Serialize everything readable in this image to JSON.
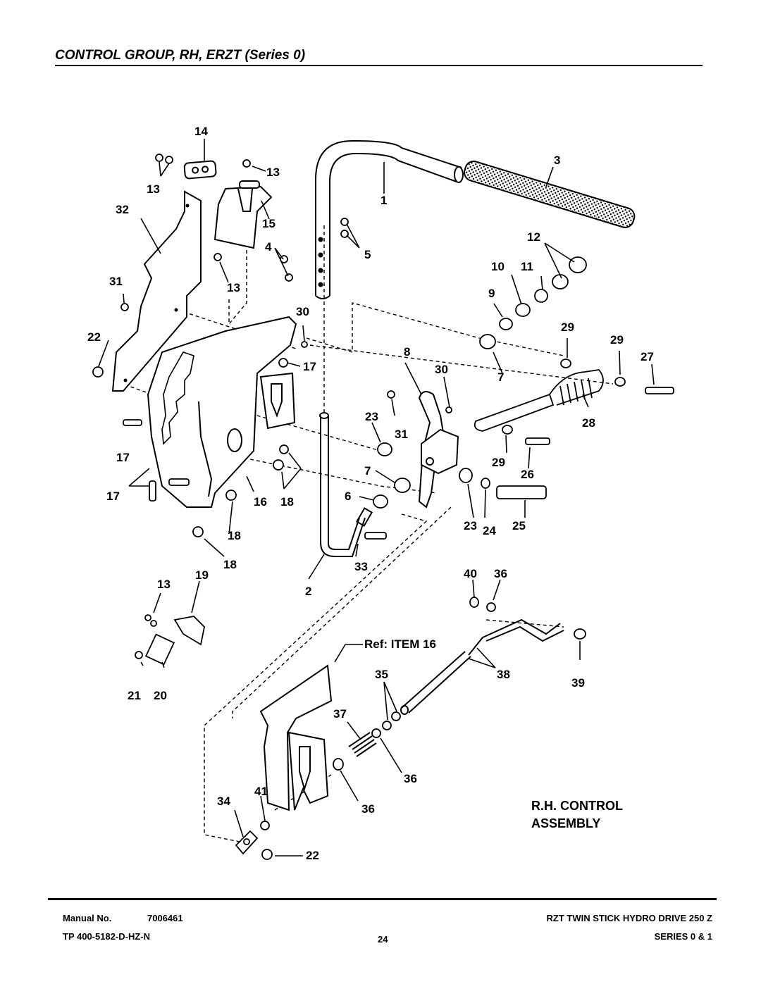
{
  "header": {
    "title": "CONTROL GROUP, RH, ERZT (Series 0)"
  },
  "diagram": {
    "labels": [
      "14",
      "13",
      "13",
      "3",
      "1",
      "32",
      "15",
      "4",
      "5",
      "12",
      "13",
      "31",
      "10",
      "11",
      "9",
      "30",
      "22",
      "29",
      "29",
      "27",
      "17",
      "8",
      "30",
      "7",
      "28",
      "17",
      "23",
      "31",
      "29",
      "26",
      "7",
      "17",
      "6",
      "16",
      "18",
      "23",
      "24",
      "25",
      "18",
      "18",
      "33",
      "2",
      "13",
      "19",
      "40",
      "36",
      "Ref: ITEM 16",
      "35",
      "38",
      "39",
      "21",
      "20",
      "37",
      "36",
      "34",
      "41",
      "36",
      "22"
    ],
    "ref_label": "Ref: ITEM 16",
    "assembly_title_1": "R.H. CONTROL",
    "assembly_title_2": "ASSEMBLY"
  },
  "footer": {
    "manual_label": "Manual No.",
    "manual_number": "7006461",
    "tp_number": "TP 400-5182-D-HZ-N",
    "page_number": "24",
    "product": "RZT TWIN STICK HYDRO DRIVE 250 Z",
    "series": "SERIES 0 & 1"
  }
}
